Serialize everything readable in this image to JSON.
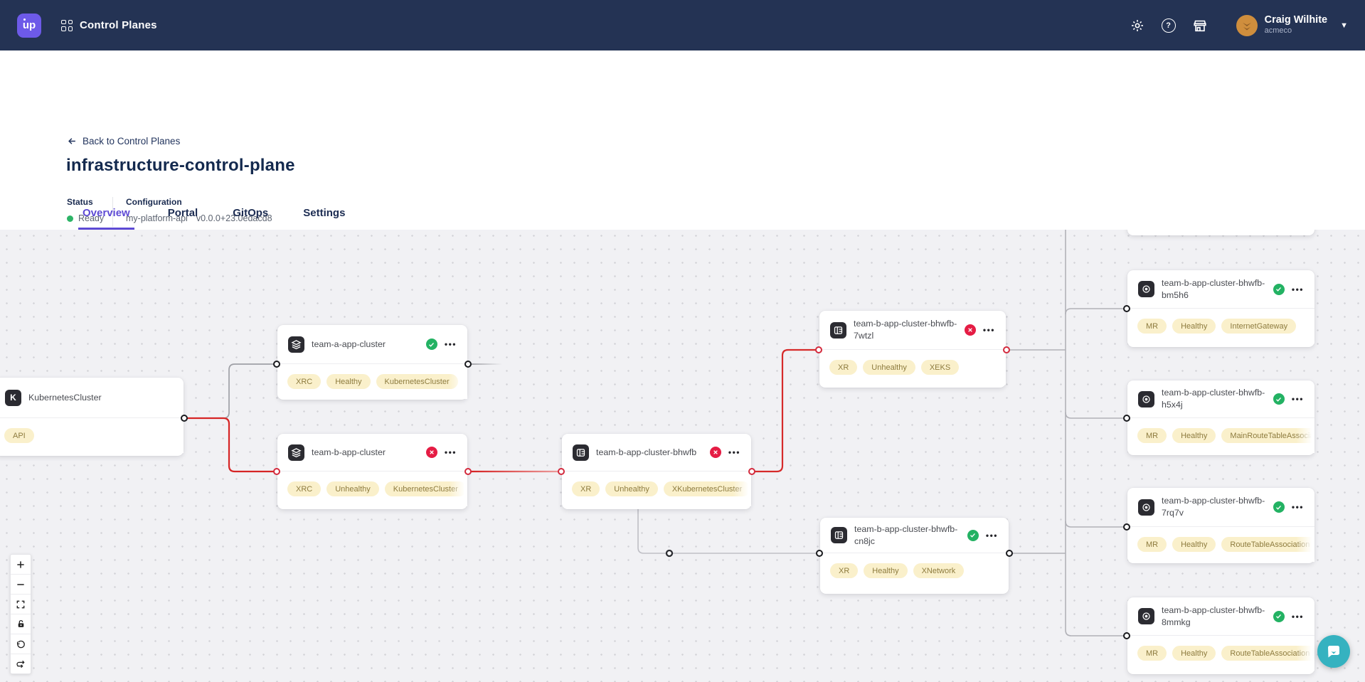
{
  "header": {
    "logo_text": "up",
    "app_title": "Control Planes",
    "user": {
      "name": "Craig Wilhite",
      "org": "acmeco"
    }
  },
  "page": {
    "back_link": "Back to Control Planes",
    "title": "infrastructure-control-plane",
    "status": {
      "label": "Status",
      "value": "Ready"
    },
    "configuration": {
      "label": "Configuration",
      "name": "my-platform-api",
      "version": "v0.0.0+23.0edacd8"
    },
    "tabs": [
      {
        "label": "Overview",
        "active": true
      },
      {
        "label": "Portal",
        "active": false
      },
      {
        "label": "GitOps",
        "active": false
      },
      {
        "label": "Settings",
        "active": false
      }
    ]
  },
  "graph": {
    "nodes": [
      {
        "title": "KubernetesCluster",
        "icon": "kubernetes-cluster",
        "icon_glyph": "K",
        "status": "",
        "tags": [
          "API"
        ]
      },
      {
        "title": "team-a-app-cluster",
        "icon": "claim",
        "status": "healthy",
        "tags": [
          "XRC",
          "Healthy",
          "KubernetesCluster"
        ]
      },
      {
        "title": "team-b-app-cluster",
        "icon": "claim",
        "status": "unhealthy",
        "tags": [
          "XRC",
          "Unhealthy",
          "KubernetesCluster"
        ]
      },
      {
        "title": "team-b-app-cluster-bhwfb",
        "icon": "composite-resource",
        "status": "unhealthy",
        "tags": [
          "XR",
          "Unhealthy",
          "XKubernetesCluster"
        ]
      },
      {
        "title": "team-b-app-cluster-bhwfb-7wtzl",
        "icon": "composite-resource",
        "status": "unhealthy",
        "tags": [
          "XR",
          "Unhealthy",
          "XEKS"
        ]
      },
      {
        "title": "team-b-app-cluster-bhwfb-cn8jc",
        "icon": "composite-resource",
        "status": "healthy",
        "tags": [
          "XR",
          "Healthy",
          "XNetwork"
        ]
      },
      {
        "title": "team-b-app-cluster-bhwfb-bm5h6",
        "icon": "managed-resource",
        "status": "healthy",
        "tags": [
          "MR",
          "Healthy",
          "InternetGateway"
        ]
      },
      {
        "title": "team-b-app-cluster-bhwfb-h5x4j",
        "icon": "managed-resource",
        "status": "healthy",
        "tags": [
          "MR",
          "Healthy",
          "MainRouteTableAssociation"
        ]
      },
      {
        "title": "team-b-app-cluster-bhwfb-7rq7v",
        "icon": "managed-resource",
        "status": "healthy",
        "tags": [
          "MR",
          "Healthy",
          "RouteTableAssociation"
        ]
      },
      {
        "title": "team-b-app-cluster-bhwfb-8mmkg",
        "icon": "managed-resource",
        "status": "healthy",
        "tags": [
          "MR",
          "Healthy",
          "RouteTableAssociation"
        ]
      }
    ],
    "menu_glyph": "•••",
    "canvas_controls": [
      "zoom-in",
      "zoom-out",
      "fit-view",
      "lock",
      "rotate-ccw",
      "refresh"
    ]
  },
  "colors": {
    "header_bg": "#243354",
    "logo_purple": "#6d5ae8",
    "accent_purple": "#5d4ad4",
    "healthy_green": "#23b263",
    "unhealthy_red": "#e51c44",
    "edge_red": "#d62a2a",
    "edge_gray": "#a9a9af",
    "tag_bg": "#faf0cb",
    "tag_text": "#8d7b3e",
    "chat_teal": "#35b2c0"
  }
}
